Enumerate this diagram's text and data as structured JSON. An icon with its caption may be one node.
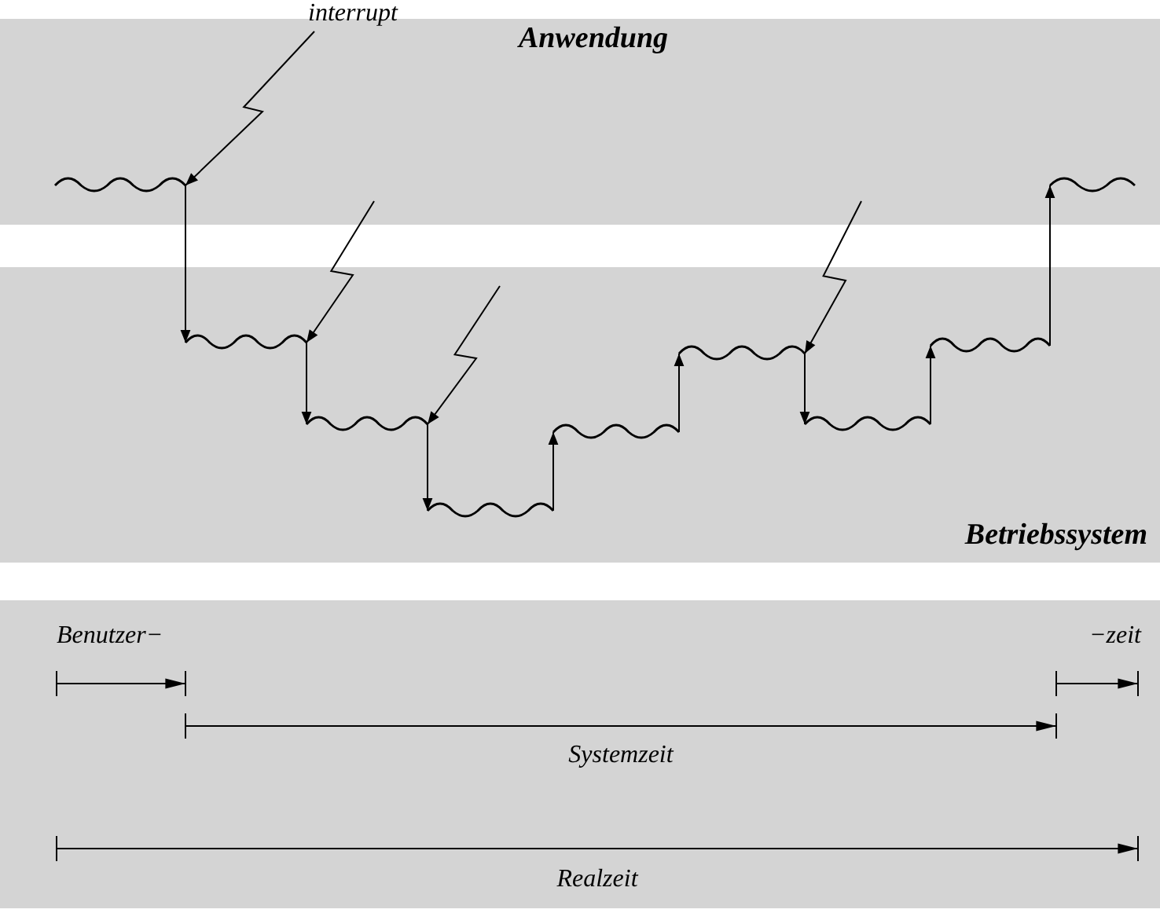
{
  "diagram": {
    "nodes": [
      {
        "text": [
          "Anwendung"
        ]
      },
      {
        "text": [
          "Betriebssystem"
        ]
      },
      {
        "text": [],
        "shape": "box"
      }
    ],
    "edges": [
      {
        "from": 0,
        "to": 1,
        "arrow": "to"
      },
      {
        "from": 1,
        "to": 0,
        "arrow": "to"
      }
    ],
    "labels": [
      "interrupt",
      "Benutzer−",
      "−zeit",
      "Systemzeit",
      "Realzeit"
    ]
  }
}
